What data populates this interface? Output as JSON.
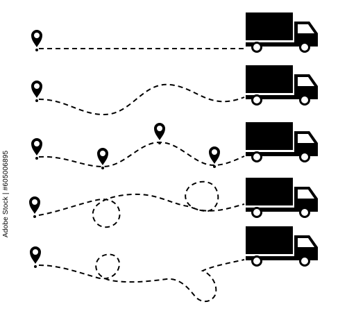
{
  "image": {
    "subject": "delivery-truck-routes-icon-set",
    "colors": {
      "ink": "#000000",
      "background": "#ffffff"
    },
    "watermark_id": "Adobe Stock | #605006895",
    "routes": [
      {
        "style": "straight",
        "extra_pins": 0
      },
      {
        "style": "wavy",
        "extra_pins": 0
      },
      {
        "style": "wavy-multi-stop",
        "extra_pins": 3
      },
      {
        "style": "looped",
        "extra_pins": 0
      },
      {
        "style": "looped",
        "extra_pins": 0
      }
    ]
  }
}
